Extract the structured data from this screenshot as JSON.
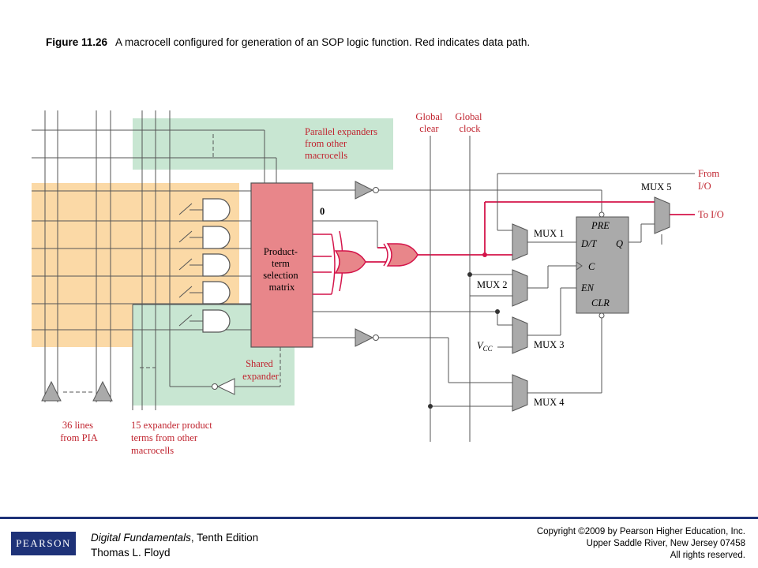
{
  "caption": {
    "figure_number": "Figure 11.26",
    "text": "A macrocell configured for generation of an SOP logic function. Red indicates data path."
  },
  "diagram": {
    "parallel_expanders": [
      "Parallel expanders",
      "from other",
      "macrocells"
    ],
    "product_term_matrix": [
      "Product-",
      "term",
      "selection",
      "matrix"
    ],
    "zero_label": "0",
    "global_clear": [
      "Global",
      "clear"
    ],
    "global_clock": [
      "Global",
      "clock"
    ],
    "from_io": [
      "From",
      "I/O"
    ],
    "to_io": "To I/O",
    "mux1": "MUX 1",
    "mux2": "MUX 2",
    "mux3": "MUX 3",
    "mux4": "MUX 4",
    "mux5": "MUX 5",
    "ff_pre": "PRE",
    "ff_dt": "D/T",
    "ff_q": "Q",
    "ff_c": "C",
    "ff_en": "EN",
    "ff_clr": "CLR",
    "vcc": "V",
    "vcc_sub": "CC",
    "shared_expander": [
      "Shared",
      "expander"
    ],
    "pia_lines": [
      "36 lines",
      "from PIA"
    ],
    "expander_terms": [
      "15 expander product",
      "terms from other",
      "macrocells"
    ]
  },
  "colors": {
    "data_path": "#d4144a",
    "matrix_fill": "#e8868a",
    "and_region": "#fbd9a6",
    "expander_region": "#c8e6d2",
    "footer_blue": "#1e3278"
  },
  "footer": {
    "logo": "PEARSON",
    "book_title": "Digital Fundamentals",
    "edition": ", Tenth Edition",
    "author": "Thomas L. Floyd",
    "copyright": "Copyright ©2009 by Pearson Higher Education, Inc.",
    "address": "Upper Saddle River, New Jersey 07458",
    "rights": "All rights reserved."
  }
}
